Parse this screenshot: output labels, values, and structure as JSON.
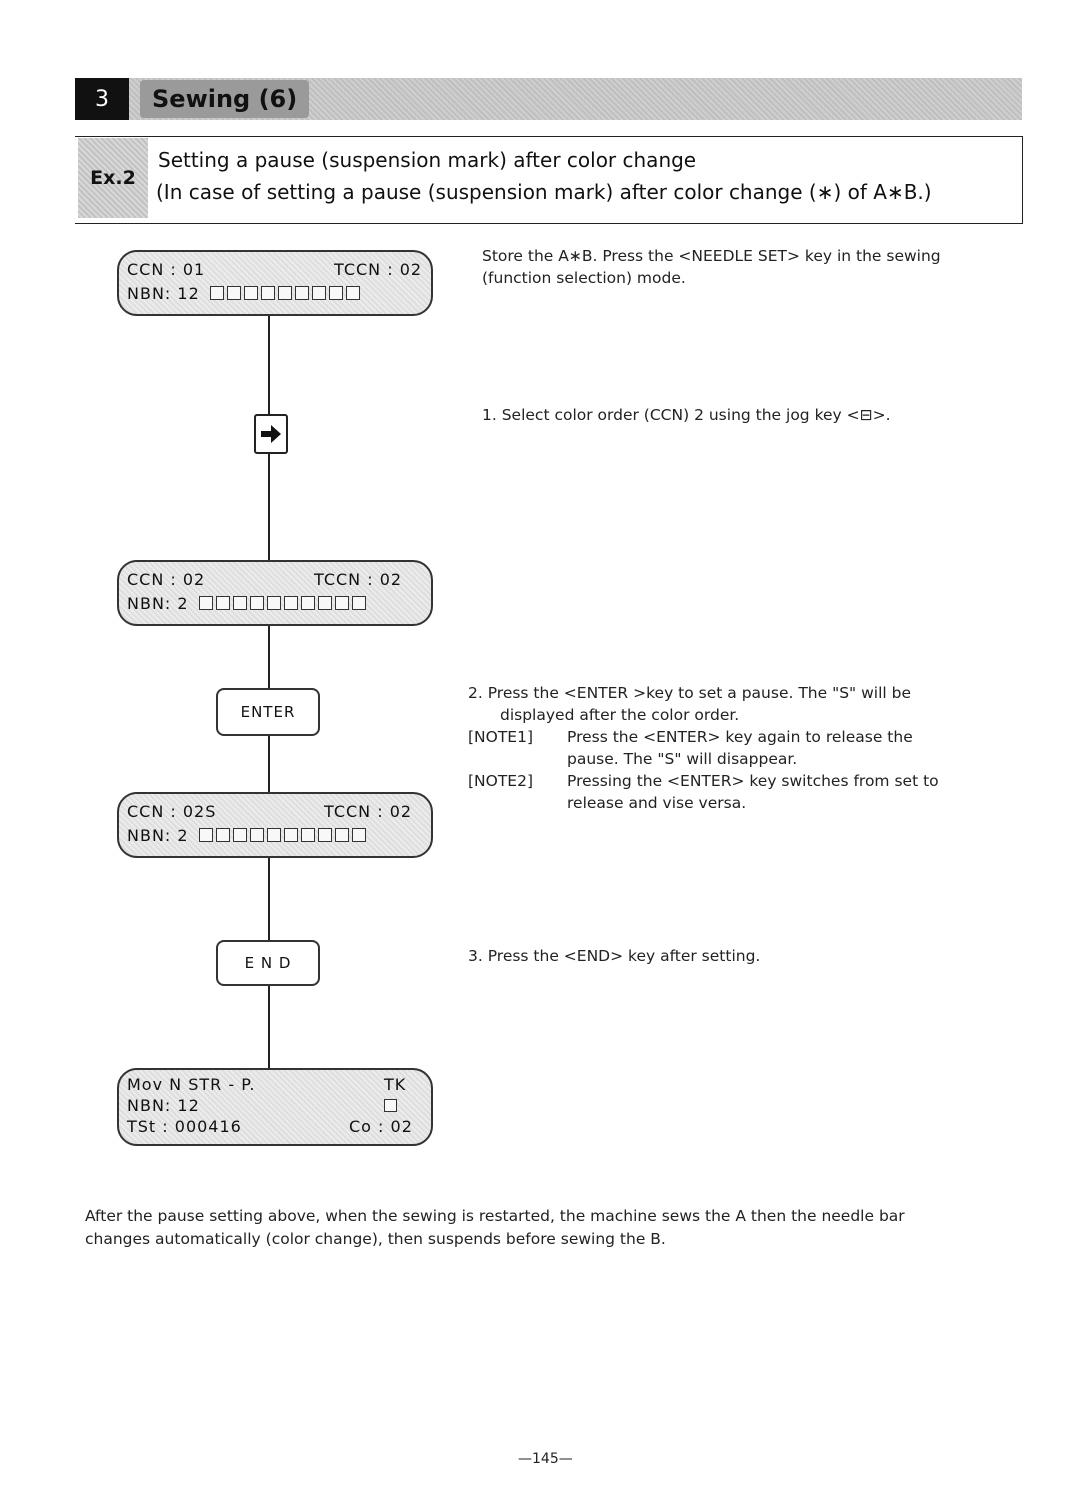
{
  "header": {
    "section_number": "3",
    "title": "Sewing (6)"
  },
  "example": {
    "label": "Ex.2",
    "line1": "Setting a pause (suspension mark) after color change",
    "line2": "(In case of setting a pause (suspension mark) after color change (∗)  of A∗B.)"
  },
  "lcd1": {
    "ccn": "CCN : 01",
    "tccn": "TCCN : 02",
    "nbn": "NBN: 12"
  },
  "lcd2": {
    "ccn": "CCN : 02",
    "tccn": "TCCN : 02",
    "nbn": "NBN: 2"
  },
  "lcd3": {
    "ccn": "CCN : 02S",
    "tccn": "TCCN : 02",
    "nbn": "NBN: 2"
  },
  "lcd4": {
    "mov": "Mov  N  STR - P.",
    "tk": "TK",
    "nbn": "NBN: 12",
    "tst": "TSt : 000416",
    "co": "Co : 02"
  },
  "keys": {
    "enter": "ENTER",
    "end": "E N D"
  },
  "steps": {
    "intro_1": "Store the A∗B.  Press the <NEEDLE SET> key in the sewing",
    "intro_2": "(function selection) mode.",
    "s1": "1.   Select color order (CCN) 2 using the jog key <⊟>.",
    "s2_1": "2.   Press the <ENTER >key to set a pause. The \"S\" will be",
    "s2_2": "displayed after the color order.",
    "note1_label": "[NOTE1]",
    "note1_1": "Press the <ENTER> key again to release the",
    "note1_2": "pause. The \"S\" will disappear.",
    "note2_label": "[NOTE2]",
    "note2_1": "Pressing the  <ENTER> key  switches from set to",
    "note2_2": "release and vise versa.",
    "s3": "3.   Press the <END> key after setting."
  },
  "footer": {
    "line1": "After the pause setting above, when the sewing is restarted, the machine sews the A then the needle bar",
    "line2": "changes automatically  (color change),  then suspends before sewing the B.",
    "page": "—145—"
  }
}
